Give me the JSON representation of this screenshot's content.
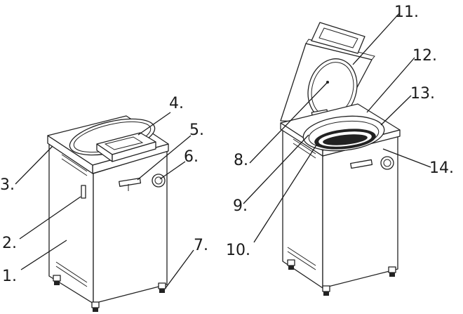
{
  "figure": {
    "labels": [
      {
        "id": "1",
        "text": "1."
      },
      {
        "id": "2",
        "text": "2."
      },
      {
        "id": "3",
        "text": "3."
      },
      {
        "id": "4",
        "text": "4."
      },
      {
        "id": "5",
        "text": "5."
      },
      {
        "id": "6",
        "text": "6."
      },
      {
        "id": "7",
        "text": "7."
      },
      {
        "id": "8",
        "text": "8."
      },
      {
        "id": "9",
        "text": "9."
      },
      {
        "id": "10",
        "text": "10."
      },
      {
        "id": "11",
        "text": "11."
      },
      {
        "id": "12",
        "text": "12."
      },
      {
        "id": "13",
        "text": "13."
      },
      {
        "id": "14",
        "text": "14."
      }
    ]
  }
}
